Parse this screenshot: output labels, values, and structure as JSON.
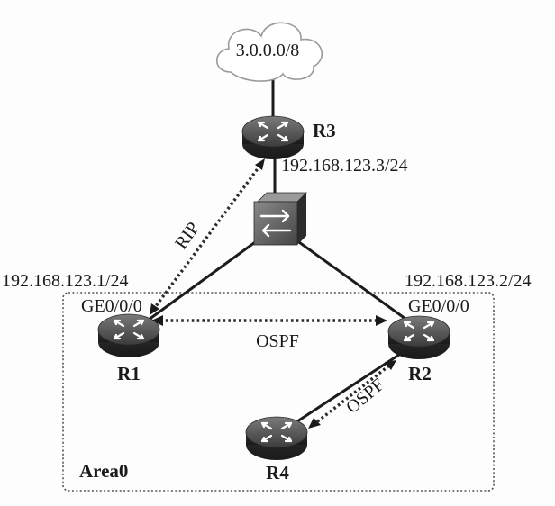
{
  "cloud": {
    "label": "3.0.0.0/8"
  },
  "routers": {
    "r1": {
      "name": "R1"
    },
    "r2": {
      "name": "R2"
    },
    "r3": {
      "name": "R3"
    },
    "r4": {
      "name": "R4"
    }
  },
  "interfaces": {
    "r1_ip": "192.168.123.1/24",
    "r1_port": "GE0/0/0",
    "r2_ip": "192.168.123.2/24",
    "r2_port": "GE0/0/0",
    "r3_ip": "192.168.123.3/24"
  },
  "protocols": {
    "rip": "RIP",
    "ospf_r1_r2": "OSPF",
    "ospf_r2_r4": "OSPF"
  },
  "area": {
    "label": "Area0"
  },
  "icons": {
    "router": "router-icon",
    "switch": "switch-icon",
    "cloud": "cloud-icon"
  }
}
